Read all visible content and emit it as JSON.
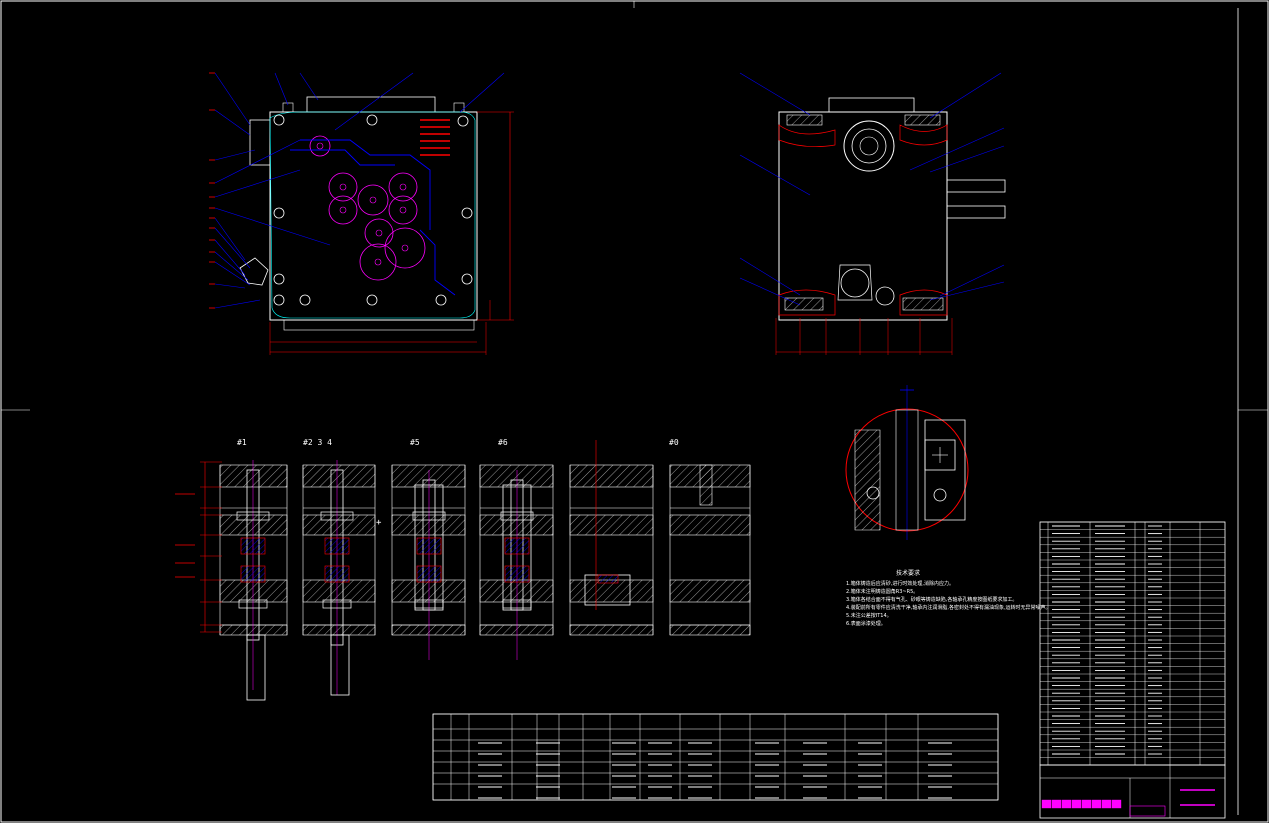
{
  "drawing": {
    "background": "#000000",
    "colors": {
      "frame": "#ffffff",
      "dim": "#ff0000",
      "leader": "#0000ff",
      "center": "#ff00ff",
      "gear": "#ff00ff",
      "hatch": "#ffffff",
      "blue": "#0000ff",
      "cyan": "#00ffff",
      "text": "#ffffff"
    }
  },
  "section_views": {
    "labels": [
      "#1",
      "#2 3 4",
      "#5",
      "#6",
      "",
      "#0"
    ]
  },
  "detail": {
    "plus_mark": "+"
  },
  "notes": {
    "title": "技术要求",
    "lines": [
      "1.箱体铸造后应清砂,进行时效处理,消除内应力。",
      "2.箱体未注明铸造圆角R3~R5。",
      "3.箱体各结合面不得有气孔、砂眼等铸造缺陷,各轴承孔精度按图纸要求加工。",
      "4.装配前所有零件应清洗干净,轴承内注润滑脂,各密封处不得有漏油现象,运转时无异常噪声。",
      "5.未注公差按IT14。",
      "6.表面涂漆处理。"
    ]
  }
}
